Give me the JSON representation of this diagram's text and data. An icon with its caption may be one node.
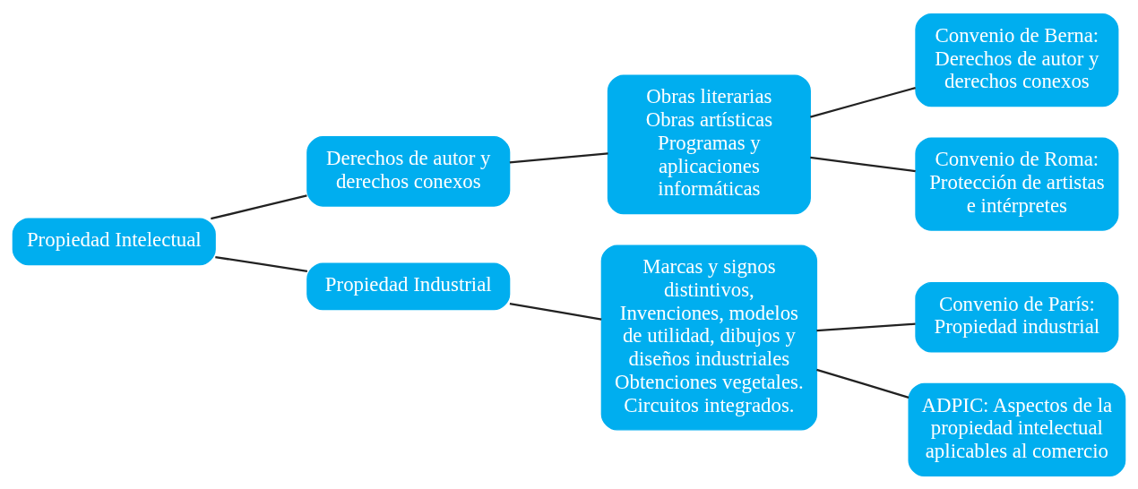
{
  "diagram": {
    "nodes": [
      {
        "text": [
          "Propiedad Intelectual"
        ]
      },
      {
        "text": [
          "Derechos de autor y derechos conexos"
        ]
      },
      {
        "text": [
          "Propiedad Industrial"
        ]
      },
      {
        "text": [
          "Obras literarias",
          "Obras artísticas",
          "Programas y aplicaciones informáticas"
        ]
      },
      {
        "text": [
          "Convenio de Berna: Derechos de autor y derechos conexos"
        ]
      },
      {
        "text": [
          "Convenio de Roma: Protección de artistas e intérpretes"
        ]
      },
      {
        "text": [
          "Marcas y signos distintivos,",
          "Invenciones, modelos de utilidad, dibujos y diseños industriales",
          "Obtenciones vegetales.",
          "Circuitos integrados."
        ]
      },
      {
        "text": [
          "Convenio de París: Propiedad industrial"
        ]
      },
      {
        "text": [
          "ADPIC: Aspectos de la propiedad intelectual aplicables al comercio"
        ]
      }
    ],
    "edges": [
      {
        "from": 0,
        "to": 1,
        "arrow": "none"
      },
      {
        "from": 0,
        "to": 2,
        "arrow": "none"
      },
      {
        "from": 1,
        "to": 3,
        "arrow": "none"
      },
      {
        "from": 2,
        "to": 6,
        "arrow": "none"
      },
      {
        "from": 3,
        "to": 4,
        "arrow": "none"
      },
      {
        "from": 3,
        "to": 5,
        "arrow": "none"
      },
      {
        "from": 6,
        "to": 7,
        "arrow": "none"
      },
      {
        "from": 6,
        "to": 8,
        "arrow": "none"
      }
    ]
  }
}
